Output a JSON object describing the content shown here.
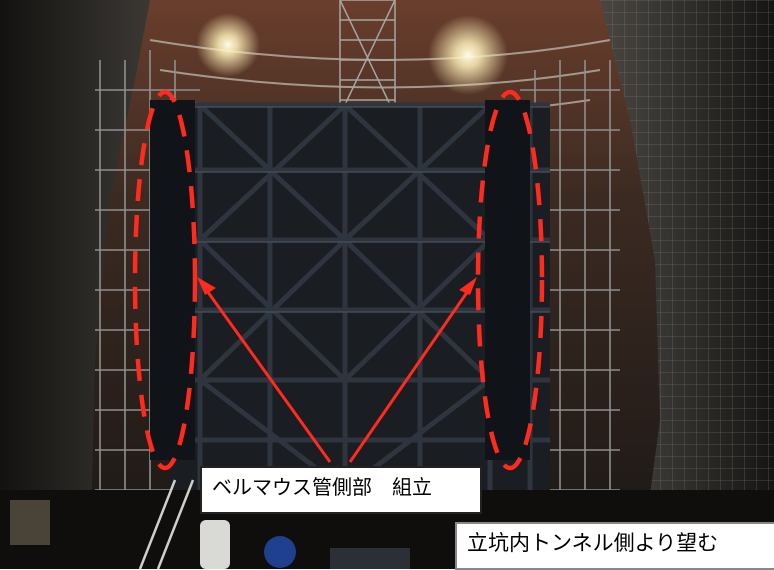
{
  "photo": {
    "subject": "shaft",
    "colors": {
      "rock_dark": "#1b1a18",
      "rock_mid": "#3a3835",
      "steel_dark": "#14171c",
      "steel_mid": "#2a2f36",
      "rust": "#6b3a2a",
      "scaffold": "#9a9a98",
      "light": "#fff6d8",
      "highlight_red": "#ff2b1f"
    }
  },
  "annotations": {
    "main_label": "ベルマウス管側部　組立",
    "view_caption": "立坑内トンネル側より望む",
    "highlight_color": "#ff2b1f"
  }
}
